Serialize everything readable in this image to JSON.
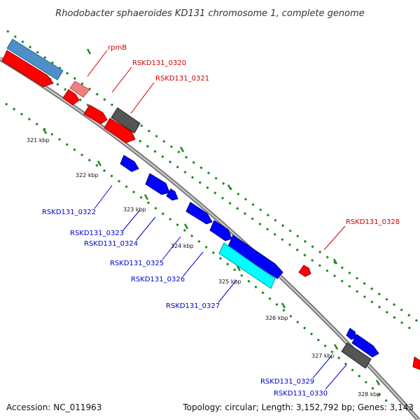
{
  "title": "Rhodobacter sphaeroides KD131 chromosome 1, complete genome",
  "footer": {
    "accession": "Accession: NC_011963",
    "summary": "Topology: circular; Length: 3,152,792 bp; Genes: 3,143"
  },
  "colors": {
    "forward_gene": "#ff0000",
    "reverse_gene": "#0000ff",
    "pseudo_gene": "#555555",
    "rna_gene": "#4f8fc7",
    "highlight_gene": "#00ffff",
    "light_gene": "#f08080",
    "tick": "#1a8a1a",
    "backbone": "#8a8a8a"
  },
  "ticks": [
    "321 kbp",
    "322 kbp",
    "323 kbp",
    "324 kbp",
    "325 kbp",
    "326 kbp",
    "327 kbp",
    "328 kbp"
  ],
  "gene_labels": [
    {
      "name": "rpmB",
      "color": "#cc0000"
    },
    {
      "name": "RSKD131_0320",
      "color": "#cc0000"
    },
    {
      "name": "RSKD131_0321",
      "color": "#cc0000"
    },
    {
      "name": "RSKD131_0328",
      "color": "#cc0000"
    },
    {
      "name": "RSKD131_0322",
      "color": "#0000cc"
    },
    {
      "name": "RSKD131_0323",
      "color": "#0000cc"
    },
    {
      "name": "RSKD131_0324",
      "color": "#0000cc"
    },
    {
      "name": "RSKD131_0325",
      "color": "#0000cc"
    },
    {
      "name": "RSKD131_0326",
      "color": "#0000cc"
    },
    {
      "name": "RSKD131_0327",
      "color": "#0000cc"
    },
    {
      "name": "RSKD131_0329",
      "color": "#0000cc"
    },
    {
      "name": "RSKD131_0330",
      "color": "#0000cc"
    }
  ]
}
